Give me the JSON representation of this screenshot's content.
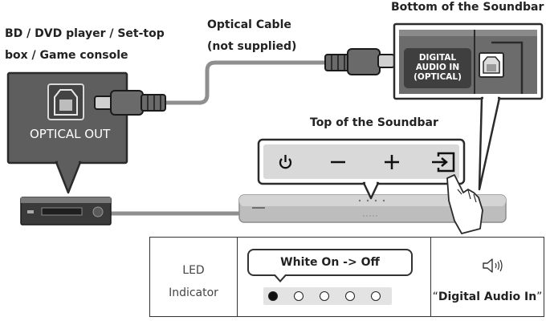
{
  "labels": {
    "source_line1": "BD / DVD player / Set-top",
    "source_line2": "box / Game console",
    "cable_line1": "Optical Cable",
    "cable_line2": "(not supplied)",
    "bottom_of_soundbar": "Bottom of the Soundbar",
    "top_of_soundbar": "Top of the Soundbar",
    "optical_out": "OPTICAL OUT",
    "digital_in_line1": "DIGITAL",
    "digital_in_line2": "AUDIO IN",
    "digital_in_line3": "(OPTICAL)"
  },
  "buttons": {
    "power": "power-icon",
    "volume_down": "minus-icon",
    "volume_up": "plus-icon",
    "source": "source-input-icon"
  },
  "table": {
    "led_label_line1": "LED",
    "led_label_line2": "Indicator",
    "led_status": "White On -> Off",
    "led_dots": [
      true,
      false,
      false,
      false,
      false
    ],
    "voice_open_quote": "“",
    "voice_text": "Digital Audio In",
    "voice_close_quote": "”",
    "voice_icon": "speaker-sound-icon"
  },
  "colors": {
    "panel_dark": "#5e5e5e",
    "panel_border": "#2b2b2b",
    "cable": "#8a8a8a",
    "soundbar": "#bdbdbd",
    "button_panel": "#d9d9d9"
  }
}
